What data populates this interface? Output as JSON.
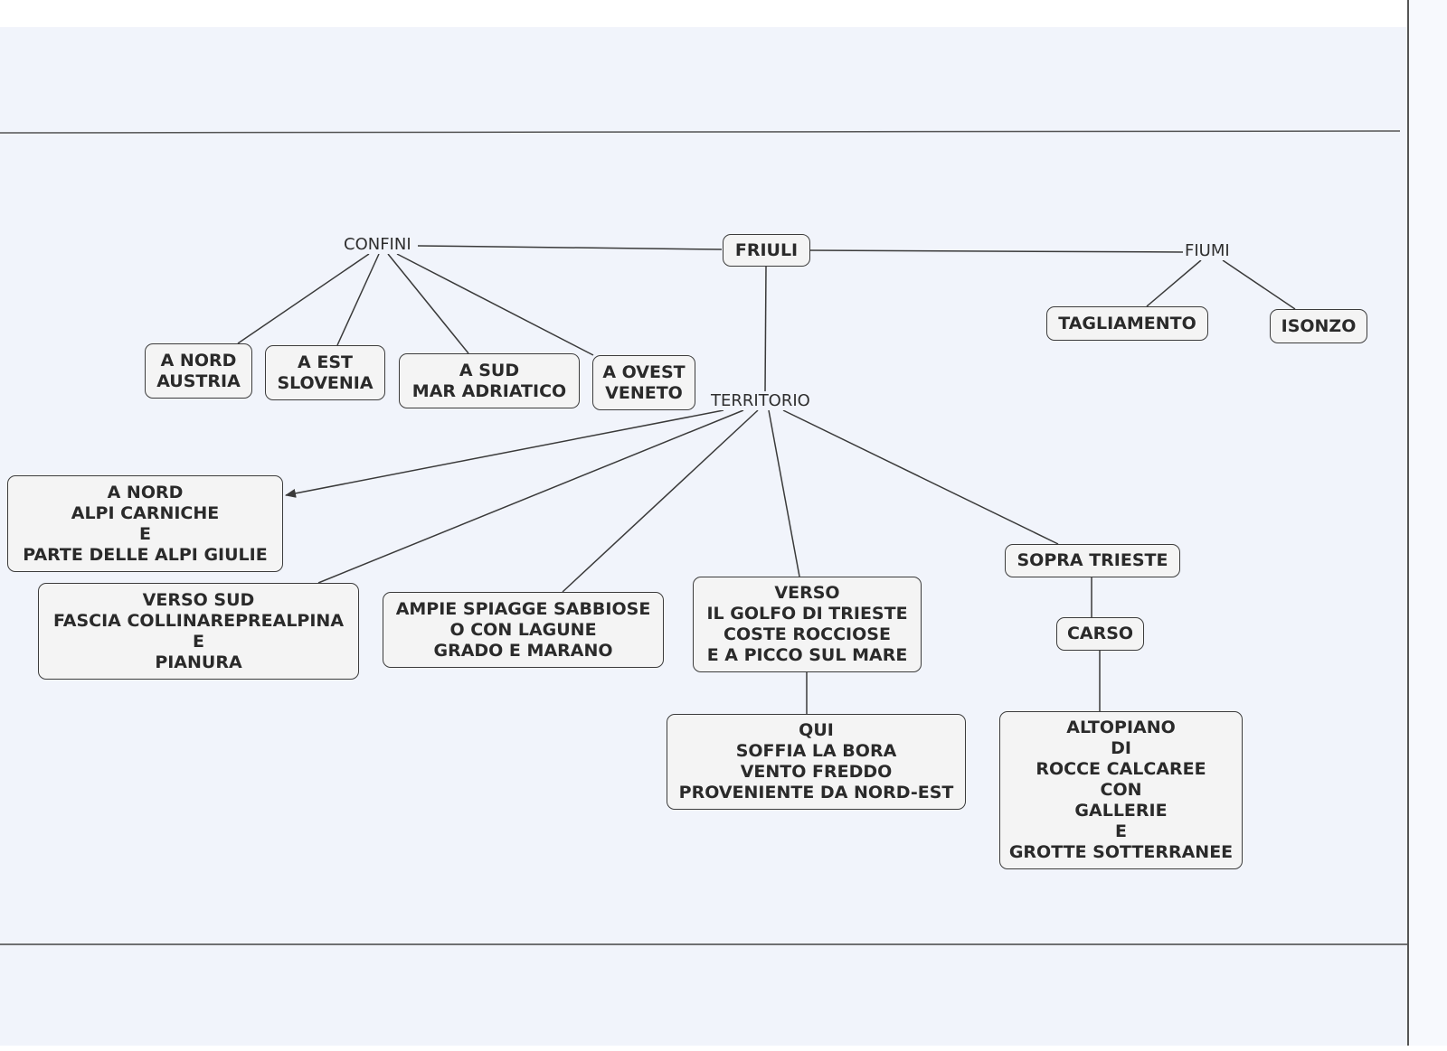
{
  "root": {
    "label": "FRIULI"
  },
  "link_labels": {
    "confini": "CONFINI",
    "fiumi": "FIUMI",
    "territorio": "TERRITORIO"
  },
  "confini": [
    {
      "lines": [
        "A NORD",
        "AUSTRIA"
      ]
    },
    {
      "lines": [
        "A EST",
        "SLOVENIA"
      ]
    },
    {
      "lines": [
        "A SUD",
        "MAR ADRIATICO"
      ]
    },
    {
      "lines": [
        "A OVEST",
        "VENETO"
      ]
    }
  ],
  "fiumi": [
    {
      "lines": [
        "TAGLIAMENTO"
      ]
    },
    {
      "lines": [
        "ISONZO"
      ]
    }
  ],
  "territorio": [
    {
      "lines": [
        "A NORD",
        "ALPI CARNICHE",
        "E",
        "PARTE DELLE ALPI GIULIE"
      ]
    },
    {
      "lines": [
        "VERSO SUD",
        "FASCIA COLLINAREPREALPINA",
        "E",
        "PIANURA"
      ]
    },
    {
      "lines": [
        "AMPIE SPIAGGE SABBIOSE",
        "O CON LAGUNE",
        "GRADO E MARANO"
      ]
    },
    {
      "lines": [
        "VERSO",
        "IL GOLFO DI TRIESTE",
        "COSTE ROCCIOSE",
        "E A PICCO SUL MARE"
      ]
    },
    {
      "lines": [
        "SOPRA TRIESTE"
      ]
    }
  ],
  "bora": {
    "lines": [
      "QUI",
      "SOFFIA LA BORA",
      "VENTO FREDDO",
      "PROVENIENTE DA NORD-EST"
    ]
  },
  "carso": {
    "label": "CARSO"
  },
  "altopiano": {
    "lines": [
      "ALTOPIANO",
      "DI",
      "ROCCE CALCAREE",
      "CON",
      "GALLERIE",
      "E",
      "GROTTE SOTTERRANEE"
    ]
  }
}
